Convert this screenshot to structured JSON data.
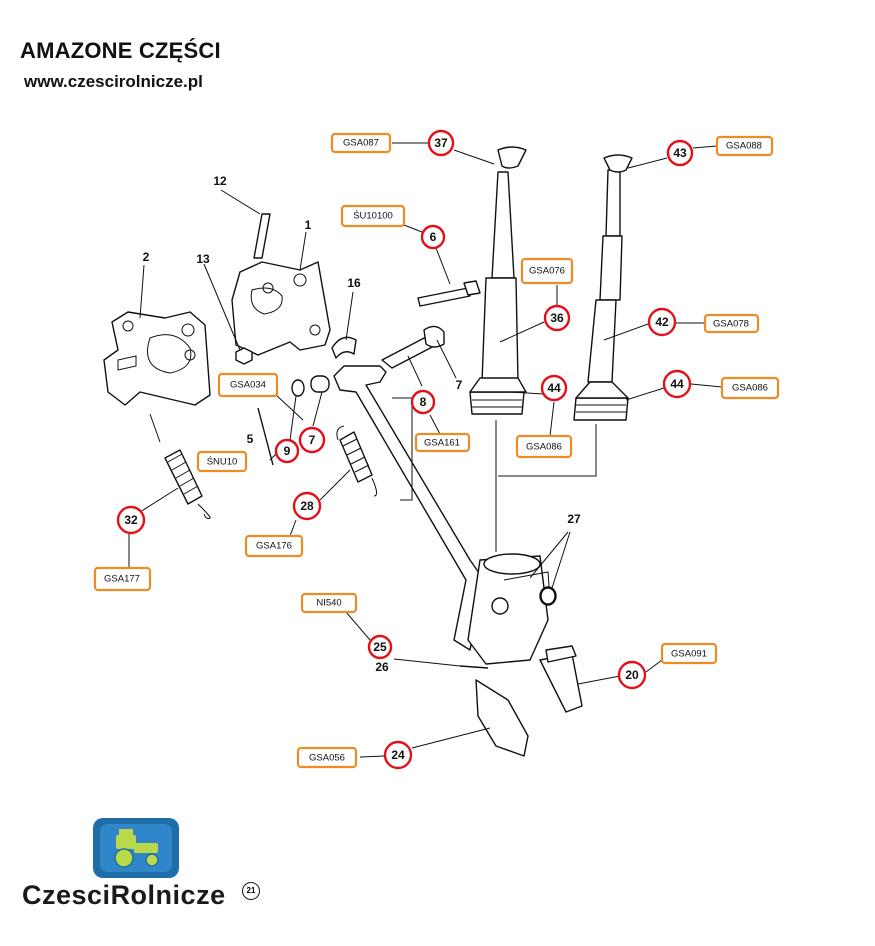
{
  "header": {
    "title": "AMAZONE CZĘŚCI",
    "url": "www.czescirolnicze.pl"
  },
  "callouts": [
    {
      "id": "c37",
      "number": "37"
    },
    {
      "id": "c43",
      "number": "43"
    },
    {
      "id": "c6",
      "number": "6"
    },
    {
      "id": "c36",
      "number": "36"
    },
    {
      "id": "c42",
      "number": "42"
    },
    {
      "id": "c44a",
      "number": "44"
    },
    {
      "id": "c44b",
      "number": "44"
    },
    {
      "id": "c8",
      "number": "8"
    },
    {
      "id": "c9",
      "number": "9"
    },
    {
      "id": "c7",
      "number": "7"
    },
    {
      "id": "c28",
      "number": "28"
    },
    {
      "id": "c32",
      "number": "32"
    },
    {
      "id": "c25",
      "number": "25"
    },
    {
      "id": "c20",
      "number": "20"
    },
    {
      "id": "c24",
      "number": "24"
    }
  ],
  "part_codes": [
    {
      "id": "GSA087",
      "code": "GSA087"
    },
    {
      "id": "GSA088",
      "code": "GSA088"
    },
    {
      "id": "SU10100",
      "code": "ŚU10100"
    },
    {
      "id": "GSA076",
      "code": "GSA076"
    },
    {
      "id": "GSA078",
      "code": "GSA078"
    },
    {
      "id": "GSA086a",
      "code": "GSA086"
    },
    {
      "id": "GSA086b",
      "code": "GSA086"
    },
    {
      "id": "GSA034",
      "code": "GSA034"
    },
    {
      "id": "GSA161",
      "code": "GSA161"
    },
    {
      "id": "SNU10",
      "code": "ŚNU10"
    },
    {
      "id": "GSA176",
      "code": "GSA176"
    },
    {
      "id": "GSA177",
      "code": "GSA177"
    },
    {
      "id": "NI540",
      "code": "NI540"
    },
    {
      "id": "GSA091",
      "code": "GSA091"
    },
    {
      "id": "GSA056",
      "code": "GSA056"
    }
  ],
  "plain_labels": [
    {
      "id": "l12",
      "text": "12"
    },
    {
      "id": "l1",
      "text": "1"
    },
    {
      "id": "l2",
      "text": "2"
    },
    {
      "id": "l13",
      "text": "13"
    },
    {
      "id": "l16",
      "text": "16"
    },
    {
      "id": "l7",
      "text": "7"
    },
    {
      "id": "l5",
      "text": "5"
    },
    {
      "id": "l27",
      "text": "27"
    },
    {
      "id": "l26",
      "text": "26"
    }
  ],
  "logo": {
    "brand_part1": "Czesci",
    "brand_part2": "Rolnicze",
    "badge": "21",
    "colors": {
      "frame": "#1f6ea8",
      "tractor": "#b9d84a",
      "sky": "#2f86c8"
    }
  },
  "colors": {
    "callout_ring": "#e3101a",
    "code_box": "#f08a24"
  }
}
